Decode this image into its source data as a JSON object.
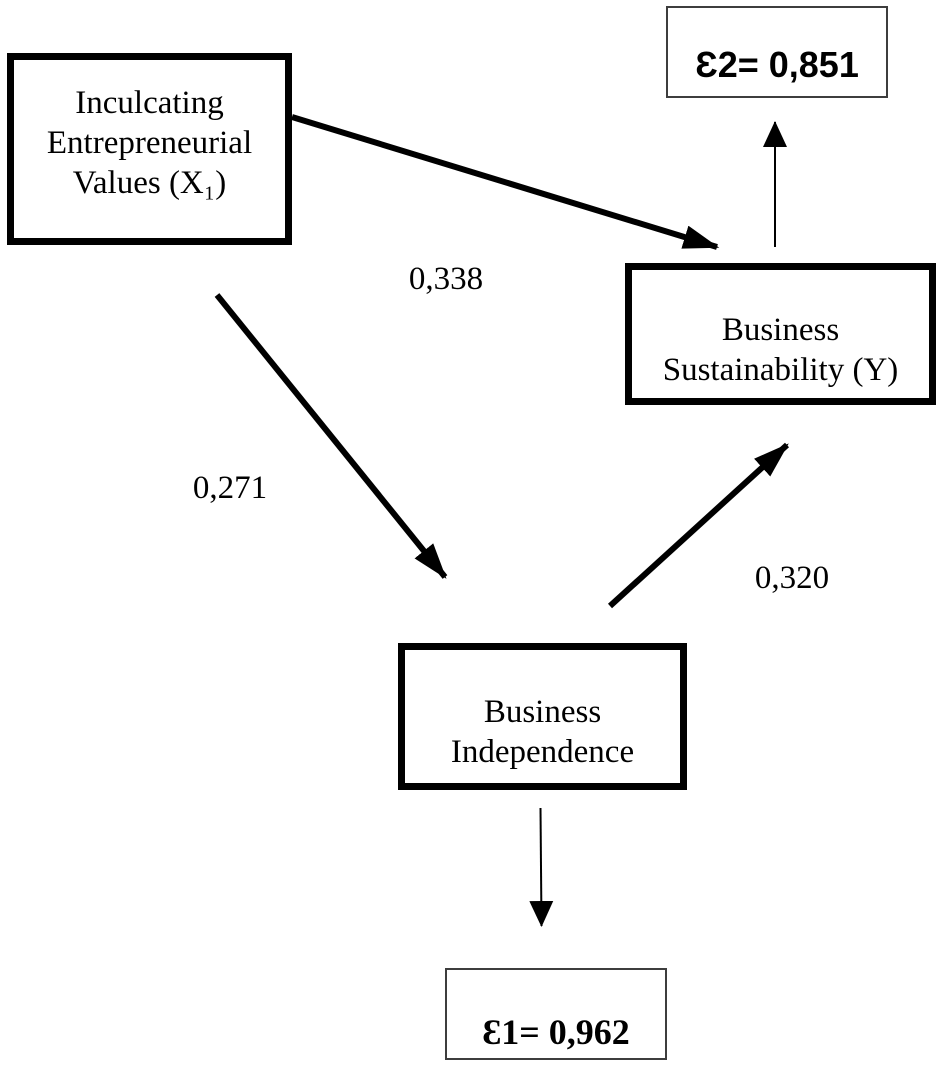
{
  "diagram": {
    "type": "path-analysis-diagram",
    "nodes": {
      "x1": {
        "line1": "Inculcating",
        "line2": "Entrepreneurial",
        "line3": "Values (X₁)"
      },
      "y": {
        "line1": "Business",
        "line2": "Sustainability (Y)"
      },
      "m": {
        "line1": "Business",
        "line2": "Independence"
      },
      "e2": {
        "label": "Ɛ2= 0,851"
      },
      "e1": {
        "label": "Ɛ1= 0,962"
      }
    },
    "edges": {
      "x1_to_y": {
        "from": "Inculcating Entrepreneurial Values (X1)",
        "to": "Business Sustainability (Y)",
        "label": "0,338"
      },
      "x1_to_m": {
        "from": "Inculcating Entrepreneurial Values (X1)",
        "to": "Business Independence",
        "label": "0,271"
      },
      "m_to_y": {
        "from": "Business Independence",
        "to": "Business Sustainability (Y)",
        "label": "0,320"
      },
      "y_to_e2": {
        "from": "Business Sustainability (Y)",
        "to": "Ɛ2 error term",
        "label": ""
      },
      "m_to_e1": {
        "from": "Business Independence",
        "to": "Ɛ1 error term",
        "label": ""
      }
    },
    "colors": {
      "background": "#ffffff",
      "text": "#000000",
      "variable_box_border": "#000000",
      "error_box_border": "#3d3d3d",
      "arrow": "#000000"
    }
  }
}
